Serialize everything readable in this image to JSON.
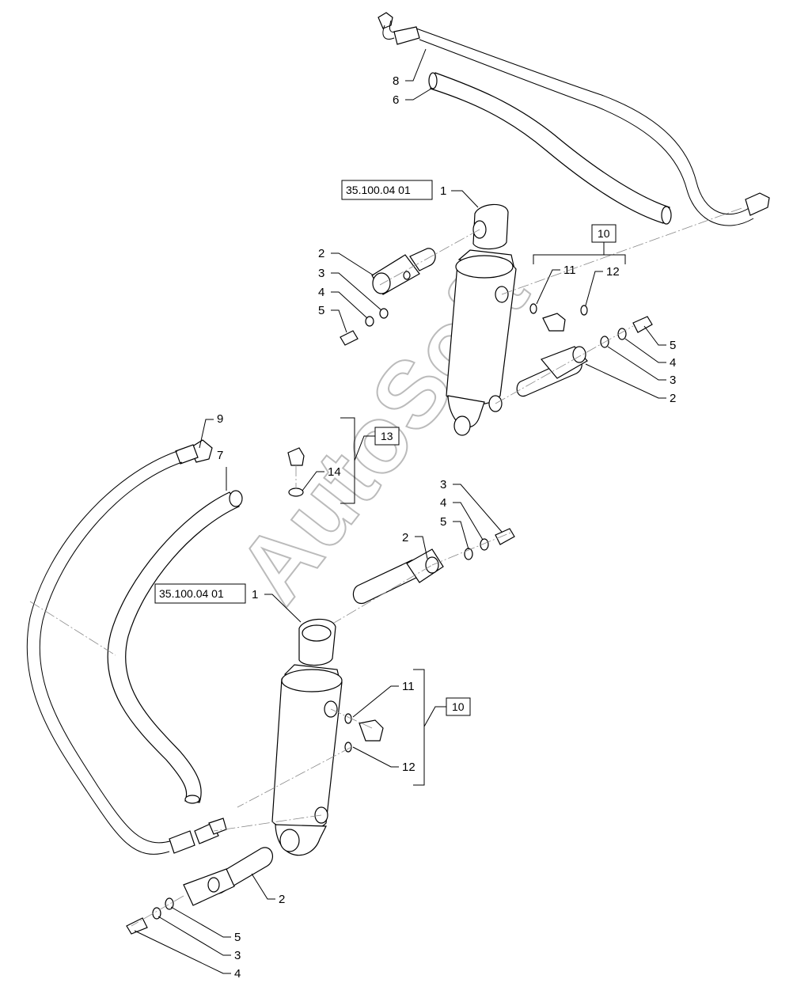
{
  "watermark": "AutoSoft",
  "refs": {
    "top": "35.100.04 01",
    "bottom": "35.100.04 01"
  },
  "boxes": {
    "top_10": "10",
    "mid_13": "13",
    "bottom_10": "10"
  },
  "callouts": {
    "c8": "8",
    "c6": "6",
    "c1_top": "1",
    "c2_tl": "2",
    "c3_tl": "3",
    "c4_tl": "4",
    "c5_tl": "5",
    "c11_top": "11",
    "c12_top": "12",
    "c5_tr": "5",
    "c4_tr": "4",
    "c3_tr": "3",
    "c2_tr": "2",
    "c9": "9",
    "c7": "7",
    "c14": "14",
    "c3_mid": "3",
    "c4_mid": "4",
    "c5_mid": "5",
    "c2_mid": "2",
    "c1_bot": "1",
    "c11_bot": "11",
    "c12_bot": "12",
    "c2_bot": "2",
    "c5_bot": "5",
    "c3_bot": "3",
    "c4_bot": "4"
  }
}
